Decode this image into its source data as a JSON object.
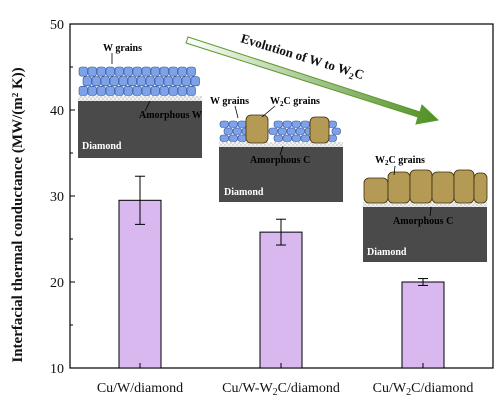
{
  "chart_data": {
    "type": "bar",
    "categories": [
      "Cu/W/diamond",
      "Cu/W-W2C/diamond",
      "Cu/W2C/diamond"
    ],
    "category_labels": [
      {
        "pre": "Cu/W/diamond",
        "sub": "",
        "post": ""
      },
      {
        "pre": "Cu/W-W",
        "sub": "2",
        "post": "C/diamond"
      },
      {
        "pre": "Cu/W",
        "sub": "2",
        "post": "C/diamond"
      }
    ],
    "values": [
      29.5,
      25.8,
      20.0
    ],
    "errors": [
      2.8,
      1.5,
      0.4
    ],
    "ylabel": "Interfacial thermal conductance (MW/(m² K))",
    "ylim": [
      10,
      50
    ],
    "yticks": [
      10,
      20,
      30,
      40,
      50
    ],
    "bar_color": "#d9b8ef",
    "grid": false
  },
  "annotations": {
    "evolution": {
      "pre": "Evolution of W to W",
      "sub": "2",
      "post": "C",
      "arrow_color": "#5a9a2a"
    },
    "inset1": {
      "grains": "W grains",
      "amorphous": "Amorphous W",
      "substrate": "Diamond"
    },
    "inset2": {
      "w_grains": "W grains",
      "w2c_pre": "W",
      "w2c_sub": "2",
      "w2c_post": "C grains",
      "amorphous": "Amorphous C",
      "substrate": "Diamond"
    },
    "inset3": {
      "w2c_pre": "W",
      "w2c_sub": "2",
      "w2c_post": "C grains",
      "amorphous": "Amorphous C",
      "substrate": "Diamond"
    }
  },
  "colors": {
    "w_grain": "#7da2e8",
    "w2c_grain": "#b49a55",
    "diamond": "#4a4a4a"
  }
}
